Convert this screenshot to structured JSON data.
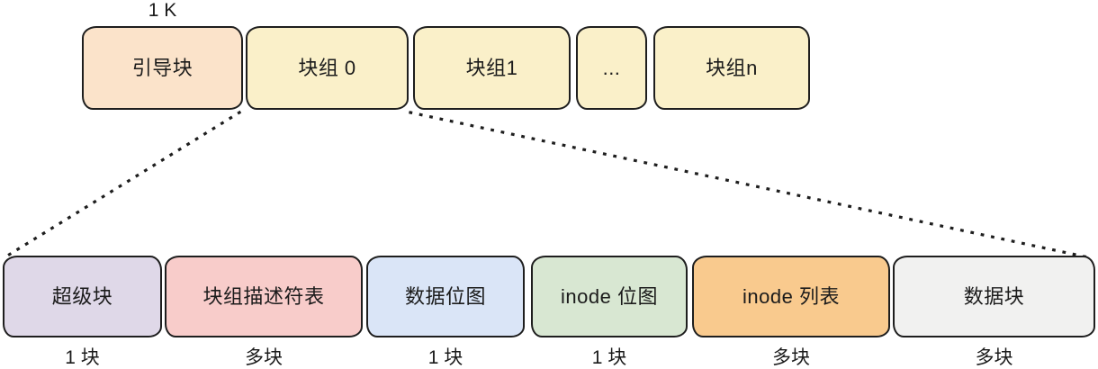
{
  "diagram": {
    "title_hint": "filesystem block layout",
    "boot_block_size_label": "1 K",
    "disk_row": [
      {
        "label": "引导块",
        "color": "#FBE3CA"
      },
      {
        "label": "块组 0",
        "color": "#FAF0C9"
      },
      {
        "label": "块组1",
        "color": "#FAF0C9"
      },
      {
        "label": "...",
        "color": "#FAF0C9"
      },
      {
        "label": "块组n",
        "color": "#FAF0C9"
      }
    ],
    "group_row": [
      {
        "label": "超级块",
        "count": "1 块",
        "color": "#DFD8E8"
      },
      {
        "label": "块组描述符表",
        "count": "多块",
        "color": "#F8CCCA"
      },
      {
        "label": "数据位图",
        "count": "1 块",
        "color": "#DAE5F7"
      },
      {
        "label": "inode 位图",
        "count": "1 块",
        "color": "#D8E7D2"
      },
      {
        "label": "inode 列表",
        "count": "多块",
        "color": "#F9CA8E"
      },
      {
        "label": "数据块",
        "count": "多块",
        "color": "#F1F1F0"
      }
    ],
    "stroke_color": "#1e1e1e"
  }
}
